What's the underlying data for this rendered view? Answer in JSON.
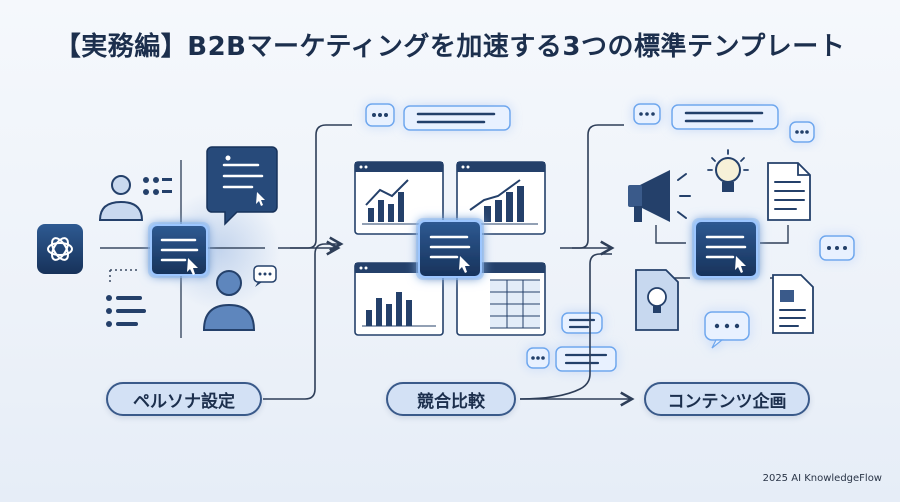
{
  "title": "【実務編】B2Bマーケティングを加速する3つの標準テンプレート",
  "stages": [
    {
      "label": "ペルソナ設定"
    },
    {
      "label": "競合比較"
    },
    {
      "label": "コンテンツ企画"
    }
  ],
  "footer": "2025 AI KnowledgeFlow",
  "colors": {
    "accent": "#3a5a8a",
    "glow": "#7fb2ff",
    "node": "#1f3c66",
    "pill": "#d3e1f5"
  }
}
